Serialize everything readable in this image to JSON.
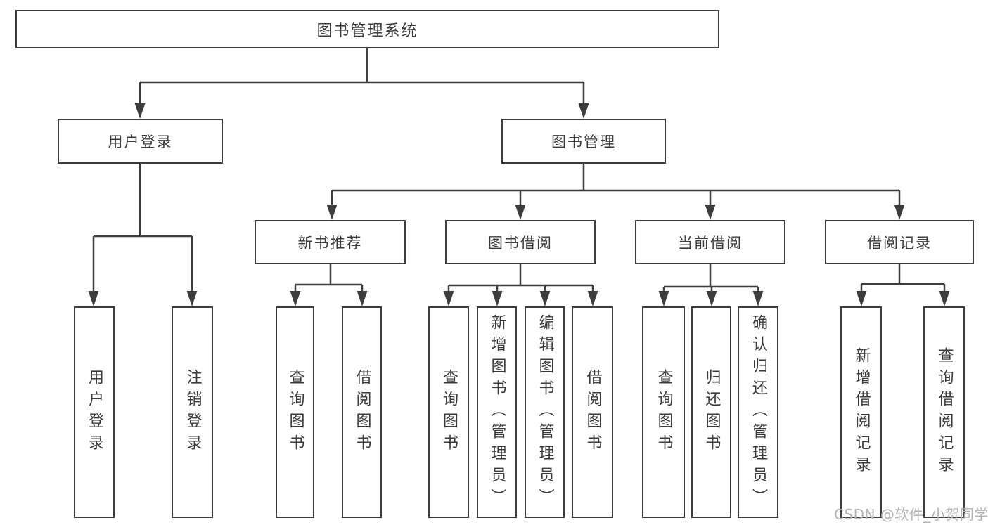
{
  "diagram": {
    "nodes": {
      "root": {
        "label": "图书管理系统"
      },
      "level2": [
        {
          "label": "用户登录",
          "parent": "图书管理系统"
        },
        {
          "label": "图书管理",
          "parent": "图书管理系统"
        }
      ],
      "level3": [
        {
          "label": "新书推荐",
          "parent": "图书管理"
        },
        {
          "label": "图书借阅",
          "parent": "图书管理"
        },
        {
          "label": "当前借阅",
          "parent": "图书管理"
        },
        {
          "label": "借阅记录",
          "parent": "图书管理"
        }
      ],
      "leaves": [
        {
          "label": "用户登录",
          "parent": "用户登录"
        },
        {
          "label": "注销登录",
          "parent": "用户登录"
        },
        {
          "label": "查询图书",
          "parent": "新书推荐"
        },
        {
          "label": "借阅图书",
          "parent": "新书推荐"
        },
        {
          "label": "查询图书",
          "parent": "图书借阅"
        },
        {
          "label": "新增图书（管理员）",
          "parent": "图书借阅"
        },
        {
          "label": "编辑图书（管理员）",
          "parent": "图书借阅"
        },
        {
          "label": "借阅图书",
          "parent": "图书借阅"
        },
        {
          "label": "查询图书",
          "parent": "当前借阅"
        },
        {
          "label": "归还图书",
          "parent": "当前借阅"
        },
        {
          "label": "确认归还（管理员）",
          "parent": "当前借阅"
        },
        {
          "label": "新增借阅记录",
          "parent": "借阅记录"
        },
        {
          "label": "查询借阅记录",
          "parent": "借阅记录"
        }
      ]
    },
    "watermark": "CSDN @软件_小贺同学",
    "colors": {
      "line": "#3d3d3d",
      "text": "#3b3b3b",
      "watermark": "#b2b2b2",
      "background": "#ffffff"
    }
  }
}
